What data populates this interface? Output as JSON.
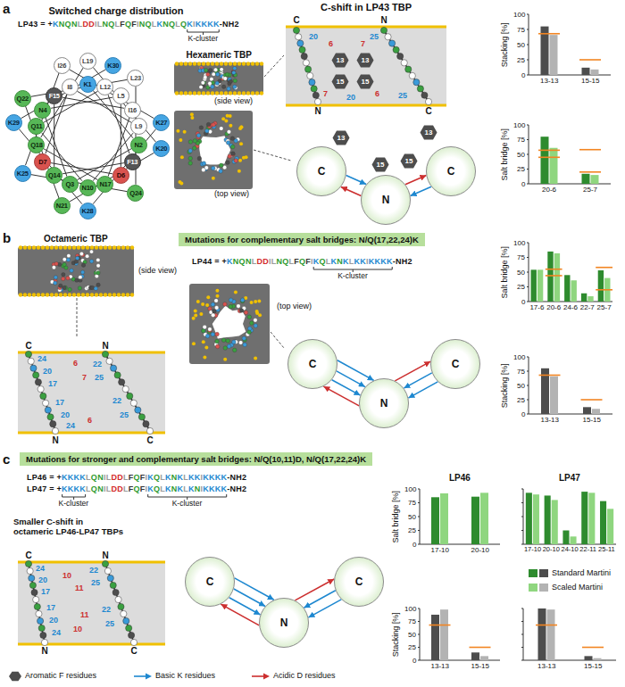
{
  "diagram": {
    "nodes": [
      {
        "text": [
          "K1"
        ]
      },
      {
        "text": [
          "N2"
        ]
      },
      {
        "text": [
          "Q3"
        ]
      },
      {
        "text": [
          "N4"
        ]
      },
      {
        "text": [
          "L5"
        ]
      },
      {
        "text": [
          "D6"
        ]
      },
      {
        "text": [
          "D7"
        ]
      },
      {
        "text": [
          "I8"
        ]
      },
      {
        "text": [
          "L9"
        ]
      },
      {
        "text": [
          "N10"
        ]
      },
      {
        "text": [
          "Q11"
        ]
      },
      {
        "text": [
          "L12"
        ]
      },
      {
        "text": [
          "F13"
        ]
      },
      {
        "text": [
          "Q14"
        ]
      },
      {
        "text": [
          "F15"
        ]
      },
      {
        "text": [
          "I16"
        ]
      },
      {
        "text": [
          "N17"
        ]
      },
      {
        "text": [
          "Q18"
        ]
      },
      {
        "text": [
          "L19"
        ]
      },
      {
        "text": [
          "K20"
        ]
      },
      {
        "text": [
          "N21"
        ]
      },
      {
        "text": [
          "Q22"
        ]
      },
      {
        "text": [
          "L23"
        ]
      },
      {
        "text": [
          "Q24"
        ]
      },
      {
        "text": [
          "K25"
        ]
      },
      {
        "text": [
          "I26"
        ]
      },
      {
        "text": [
          "K27"
        ]
      },
      {
        "text": [
          "K28"
        ]
      },
      {
        "text": [
          "K29"
        ]
      },
      {
        "text": [
          "K30"
        ]
      },
      {
        "text": [
          "13"
        ]
      },
      {
        "text": [
          "15"
        ]
      },
      {
        "text": [
          "13"
        ]
      },
      {
        "text": [
          "15"
        ]
      },
      {
        "text": [
          "13"
        ]
      },
      {
        "text": [
          "15"
        ]
      },
      {
        "text": [
          "13"
        ]
      },
      {
        "text": [
          "15"
        ]
      },
      {
        "text": [
          "C"
        ]
      },
      {
        "text": [
          "N"
        ]
      },
      {
        "text": [
          "C"
        ]
      },
      {
        "text": [
          "Mutations for complementary salt bridges: N/Q(17,22,24)K"
        ]
      },
      {
        "text": [
          "C"
        ]
      },
      {
        "text": [
          "N"
        ]
      },
      {
        "text": [
          "C"
        ]
      },
      {
        "text": [
          "Mutations for stronger and complementary salt bridges: N/Q(10,11)D, N/Q(17,22,24)K"
        ]
      },
      {
        "text": [
          "C"
        ]
      },
      {
        "text": [
          "N"
        ]
      },
      {
        "text": [
          "C"
        ]
      }
    ],
    "edges": [
      {
        "from": 0,
        "to": 1,
        "arrow": "none"
      },
      {
        "from": 1,
        "to": 2,
        "arrow": "none"
      },
      {
        "from": 2,
        "to": 3,
        "arrow": "none"
      },
      {
        "from": 3,
        "to": 4,
        "arrow": "none"
      },
      {
        "from": 4,
        "to": 5,
        "arrow": "none"
      },
      {
        "from": 5,
        "to": 6,
        "arrow": "none"
      },
      {
        "from": 6,
        "to": 7,
        "arrow": "none"
      },
      {
        "from": 7,
        "to": 8,
        "arrow": "none"
      },
      {
        "from": 8,
        "to": 9,
        "arrow": "none"
      },
      {
        "from": 9,
        "to": 10,
        "arrow": "none"
      },
      {
        "from": 10,
        "to": 11,
        "arrow": "none"
      },
      {
        "from": 11,
        "to": 12,
        "arrow": "none"
      },
      {
        "from": 12,
        "to": 13,
        "arrow": "none"
      },
      {
        "from": 13,
        "to": 14,
        "arrow": "none"
      },
      {
        "from": 14,
        "to": 15,
        "arrow": "none"
      },
      {
        "from": 15,
        "to": 16,
        "arrow": "none"
      },
      {
        "from": 16,
        "to": 17,
        "arrow": "none"
      },
      {
        "from": 17,
        "to": 18,
        "arrow": "none"
      },
      {
        "from": 18,
        "to": 19,
        "arrow": "none"
      },
      {
        "from": 19,
        "to": 20,
        "arrow": "none"
      },
      {
        "from": 20,
        "to": 21,
        "arrow": "none"
      },
      {
        "from": 21,
        "to": 22,
        "arrow": "none"
      },
      {
        "from": 22,
        "to": 23,
        "arrow": "none"
      },
      {
        "from": 23,
        "to": 24,
        "arrow": "none"
      },
      {
        "from": 24,
        "to": 25,
        "arrow": "none"
      },
      {
        "from": 25,
        "to": 26,
        "arrow": "none"
      },
      {
        "from": 26,
        "to": 27,
        "arrow": "none"
      },
      {
        "from": 27,
        "to": 28,
        "arrow": "none"
      },
      {
        "from": 28,
        "to": 29,
        "arrow": "none"
      },
      {
        "from": 38,
        "to": 39,
        "arrow": "to"
      },
      {
        "from": 39,
        "to": 38,
        "arrow": "to"
      },
      {
        "from": 39,
        "to": 40,
        "arrow": "to"
      },
      {
        "from": 40,
        "to": 39,
        "arrow": "to"
      },
      {
        "from": 42,
        "to": 43,
        "arrow": "to"
      },
      {
        "from": 42,
        "to": 43,
        "arrow": "to"
      },
      {
        "from": 42,
        "to": 43,
        "arrow": "to"
      },
      {
        "from": 43,
        "to": 42,
        "arrow": "to"
      },
      {
        "from": 43,
        "to": 44,
        "arrow": "to"
      },
      {
        "from": 44,
        "to": 43,
        "arrow": "to"
      },
      {
        "from": 44,
        "to": 43,
        "arrow": "to"
      },
      {
        "from": 46,
        "to": 47,
        "arrow": "to"
      },
      {
        "from": 46,
        "to": 47,
        "arrow": "to"
      },
      {
        "from": 46,
        "to": 47,
        "arrow": "to"
      },
      {
        "from": 47,
        "to": 46,
        "arrow": "to"
      },
      {
        "from": 47,
        "to": 48,
        "arrow": "to"
      },
      {
        "from": 48,
        "to": 47,
        "arrow": "to"
      },
      {
        "from": 48,
        "to": 47,
        "arrow": "to"
      }
    ],
    "labels": [
      "a",
      "Switched charge distribution",
      "LP43 = +KNQNLDDILNQLFQFINQLKNQLQKIKKKK-NH2",
      "K-cluster",
      "Hexameric TBP",
      "(side view)",
      "(top view)",
      "C-shift in LP43 TBP",
      "C",
      "N",
      "N",
      "C",
      "20",
      "6",
      "7",
      "25",
      "6",
      "7",
      "20",
      "25",
      "Stacking [%]",
      "0",
      "25",
      "50",
      "75",
      "100",
      "13-13",
      "15-15",
      "Salt bridge [%]",
      "0",
      "25",
      "50",
      "75",
      "100",
      "20-6",
      "25-7",
      "20",
      "6",
      "7",
      "25",
      "b",
      "Octameric TBP",
      "(side view)",
      "LP44 = +KNQNLDDILNQLFQFIKQLKNKLKKIKKKK-NH2",
      "K-cluster",
      "(top view)",
      "C",
      "N",
      "N",
      "C",
      "24",
      "20",
      "17",
      "6",
      "7",
      "22",
      "25",
      "17",
      "20",
      "24",
      "6",
      "22",
      "25",
      "Salt bridge [%]",
      "0",
      "25",
      "50",
      "75",
      "100",
      "17-6",
      "20-6",
      "24-6",
      "22-7",
      "25-7",
      "Stacking [%]",
      "0",
      "25",
      "50",
      "75",
      "100",
      "13-13",
      "15-15",
      "17",
      "20",
      "24",
      "6",
      "7",
      "22",
      "25",
      "c",
      "LP46 = +KKKKLQNILDDLFQFIKQLKNKLKKIKKKK-NH2",
      "LP47 = +KKKKLQNILDDLFQFIKQLKNKLKNIKKKK-NH2",
      "K-cluster",
      "K-cluster",
      "Smaller C-shift in octameric LP46-LP47 TBPs",
      "C",
      "N",
      "N",
      "C",
      "24",
      "20",
      "17",
      "10",
      "11",
      "22",
      "25",
      "17",
      "20",
      "24",
      "10",
      "11",
      "22",
      "25",
      "LP46",
      "LP47",
      "Salt bridge [%]",
      "0",
      "25",
      "50",
      "75",
      "100",
      "17-10",
      "20-10",
      "17-10",
      "20-10",
      "24-10",
      "22-11",
      "25-11",
      "Stacking [%]",
      "0",
      "25",
      "50",
      "75",
      "100",
      "13-13",
      "15-15",
      "13-13",
      "15-15",
      "17",
      "20",
      "24",
      "10",
      "11",
      "22",
      "25"
    ],
    "legend": [
      {
        "text": "Standard Martini",
        "color": "#2e8b2e"
      },
      {
        "text": "Scaled Martini",
        "color": "#8fd67f"
      },
      {
        "text": "Aromatic F residues"
      },
      {
        "text": "Basic K residues"
      },
      {
        "text": "Acidic D residues"
      }
    ]
  }
}
